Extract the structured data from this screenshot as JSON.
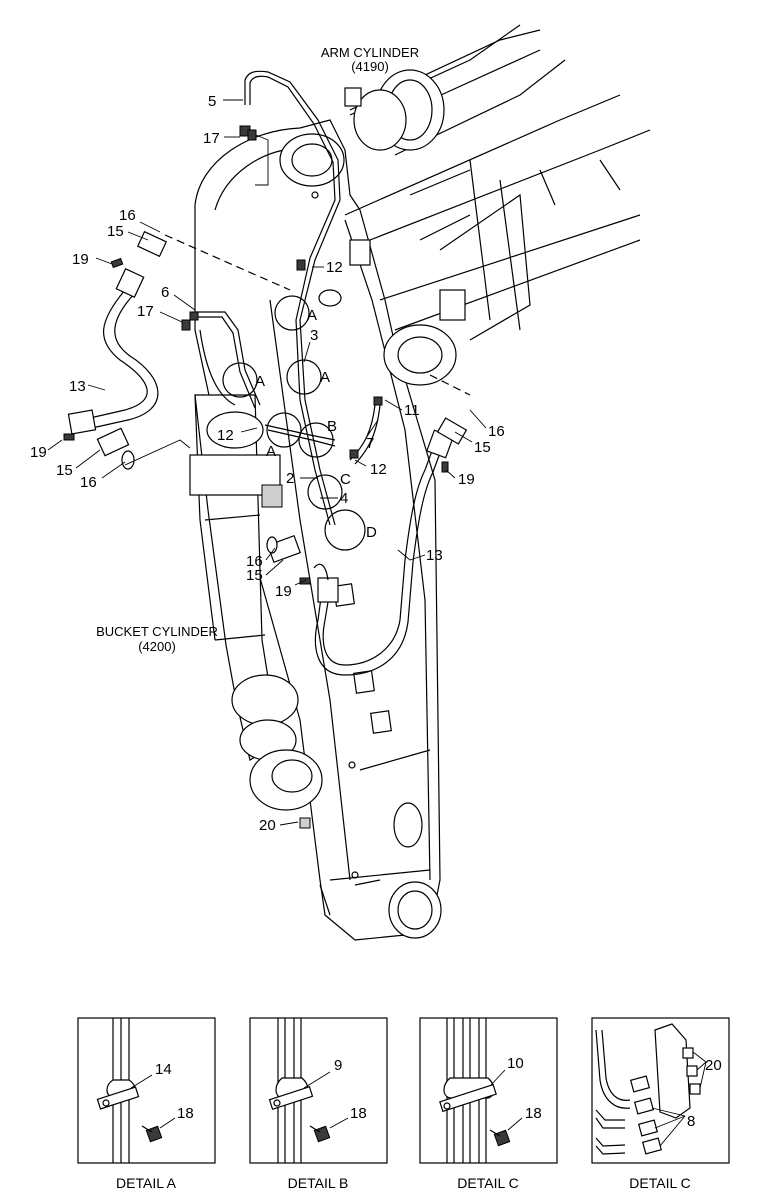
{
  "captions": {
    "arm_cylinder_title": "ARM CYLINDER",
    "arm_cylinder_code": "(4190)",
    "bucket_cylinder_title": "BUCKET CYLINDER",
    "bucket_cylinder_code": "(4200)"
  },
  "callouts": {
    "c5": "5",
    "c17a": "17",
    "c16a": "16",
    "c15a": "15",
    "c19a": "19",
    "c12a": "12",
    "c6": "6",
    "c17b": "17",
    "c3": "3",
    "c13a": "13",
    "c11": "11",
    "c16b": "16",
    "c15b": "15",
    "c7": "7",
    "c12b": "12",
    "c19b": "19",
    "c12c": "12",
    "c2": "2",
    "c4": "4",
    "c19c": "19",
    "c15c": "15",
    "c16c": "16",
    "c13b": "13",
    "c16d": "16",
    "c15d": "15",
    "c19d": "19",
    "c20": "20"
  },
  "detail_markers": {
    "a1": "A",
    "a2": "A",
    "a3": "A",
    "a4": "A",
    "b": "B",
    "c": "C",
    "d": "D"
  },
  "details": [
    {
      "caption": "DETAIL  A",
      "labels": [
        "14",
        "18"
      ]
    },
    {
      "caption": "DETAIL  B",
      "labels": [
        "9",
        "18"
      ]
    },
    {
      "caption": "DETAIL  C",
      "labels": [
        "10",
        "18"
      ]
    },
    {
      "caption": "DETAIL  C",
      "labels": [
        "20",
        "8"
      ]
    }
  ]
}
